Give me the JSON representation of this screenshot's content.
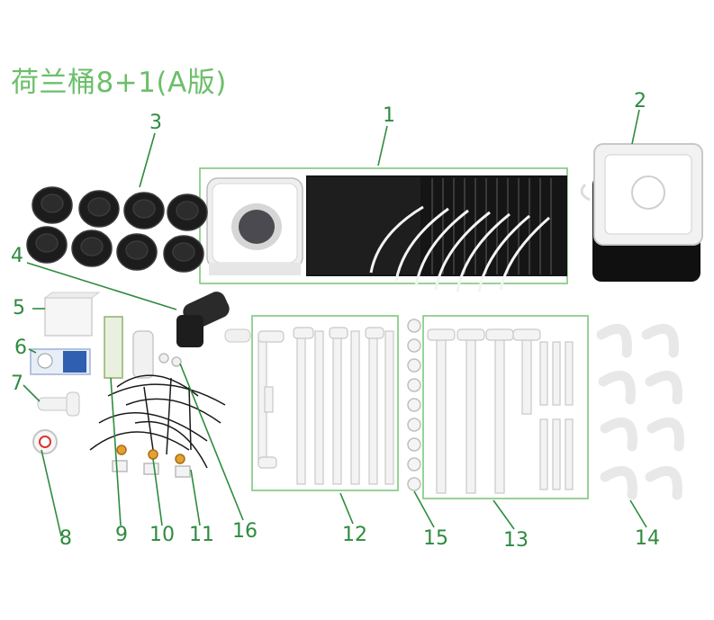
{
  "title": "荷兰桶8+1(A版)",
  "accent_color": "#2e8b3e",
  "labels": {
    "n1": "1",
    "n2": "2",
    "n3": "3",
    "n4": "4",
    "n5": "5",
    "n6": "6",
    "n7": "7",
    "n8": "8",
    "n9": "9",
    "n10": "10",
    "n11": "11",
    "n12": "12",
    "n13": "13",
    "n14": "14",
    "n15": "15",
    "n16": "16"
  },
  "items": {
    "bucket_system": "bucket-system",
    "square_bucket": "square-bucket",
    "net_pots": "net-pots",
    "filter": "y-filter",
    "white_box": "white-box",
    "timer_box": "timer-box",
    "elbow": "elbow-fitting",
    "tape": "teflon-tape",
    "drip_lines": "drip-lines",
    "pipe_group_12": "pvc-pipe-group",
    "pipe_group_13": "pvc-tee-group",
    "elbows_14": "u-elbows",
    "washers_15": "rubber-washers"
  }
}
